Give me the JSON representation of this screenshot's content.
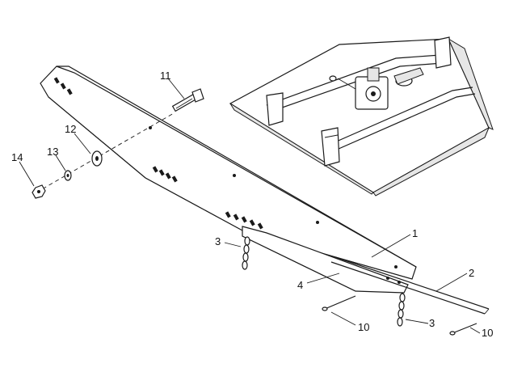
{
  "callouts": {
    "c1": "1",
    "c2": "2",
    "c3a": "3",
    "c3b": "3",
    "c4": "4",
    "c10a": "10",
    "c10b": "10",
    "c11": "11",
    "c12": "12",
    "c13": "13",
    "c14": "14"
  },
  "colors": {
    "ink": "#1a1a1a",
    "paper": "#ffffff"
  }
}
